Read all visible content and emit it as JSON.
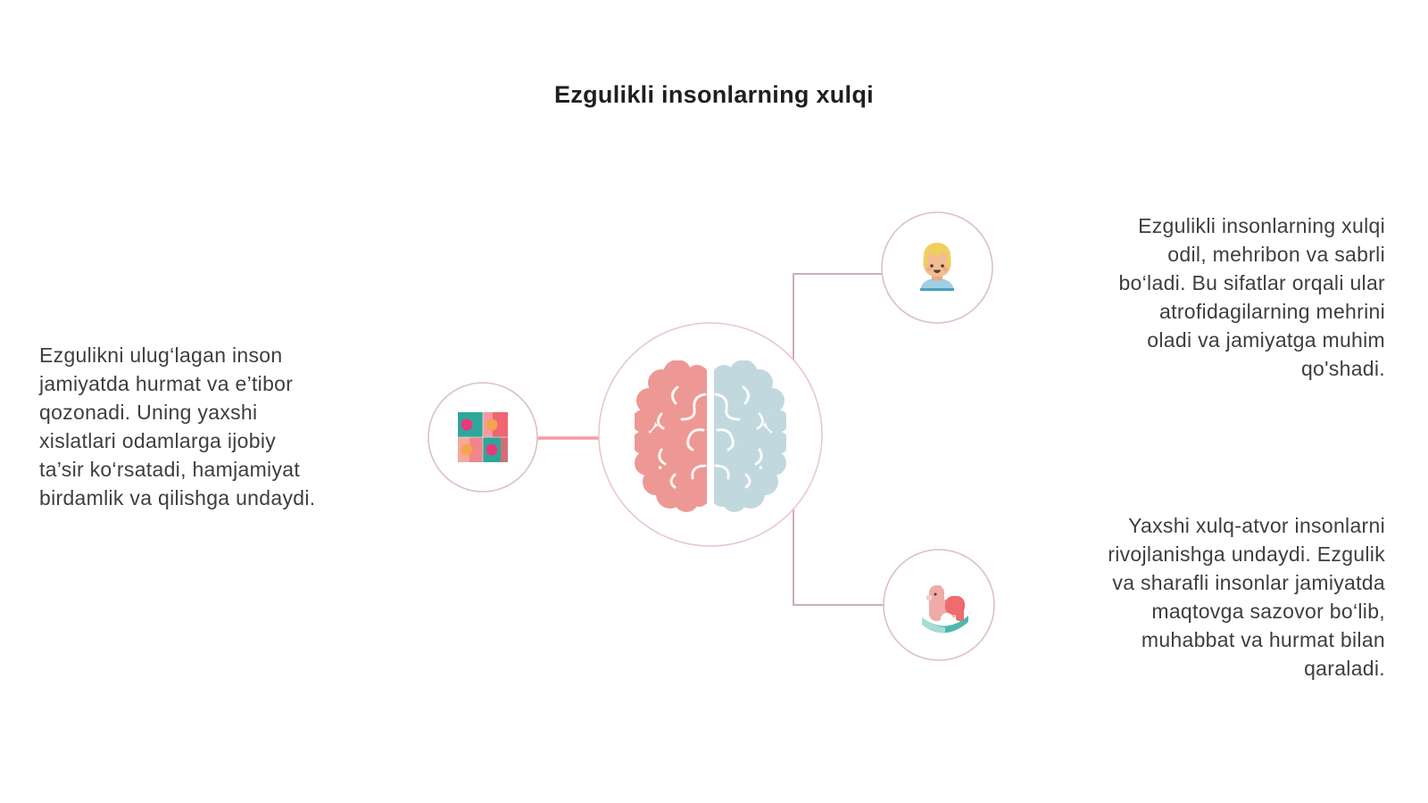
{
  "title": "Ezgulikli insonlarning xulqi",
  "notes": {
    "left": {
      "lines": [
        "Ezgulikni ulug‘lagan inson",
        "jamiyatda hurmat va e’tibor",
        "qozonadi. Uning yaxshi",
        "xislatlari odamlarga ijobiy",
        "ta’sir ko‘rsatadi, hamjamiyat",
        "birdamlik va qilishga undaydi."
      ]
    },
    "top_right": {
      "lines": [
        "Ezgulikli insonlarning xulqi",
        "odil, mehribon va sabrli",
        "bo‘ladi. Bu sifatlar orqali ular",
        "atrofidagilarning mehrini",
        "oladi va jamiyatga muhim",
        "qo'shadi."
      ]
    },
    "bottom_right": {
      "lines": [
        "Yaxshi xulq-atvor insonlarni",
        "rivojlanishga undaydi. Ezgulik",
        "va sharafli insonlar jamiyatda",
        "maqtovga sazovor bo‘lib,",
        "muhabbat va hurmat bilan",
        "qaraladi."
      ]
    }
  },
  "icons": {
    "center": "brain-icon",
    "left": "puzzle-icon",
    "top_right": "child-icon",
    "bottom_right": "rocking-horse-icon"
  },
  "colors": {
    "background": "#ffffff",
    "title_text": "#1f1f1f",
    "body_text": "#3e3e3e",
    "circle_border": "#dcc0c2",
    "center_circle_border": "#e8c7ca",
    "connector": "#cfadaf",
    "connector_accent": "#f59aa6",
    "brain_left": "#ec918c",
    "brain_right": "#bfd6de",
    "puzzle_teal": "#2ea79a",
    "puzzle_coral": "#ef6570",
    "puzzle_magenta": "#e8397b",
    "puzzle_orange": "#f4a44c",
    "hair_yellow": "#f0cf5e",
    "skin": "#f3bd92",
    "shirt_blue": "#9fcfe4",
    "horse_pink": "#f0aaa7",
    "horse_red": "#ee6b6e",
    "rocker_teal": "#4fb8ae"
  }
}
